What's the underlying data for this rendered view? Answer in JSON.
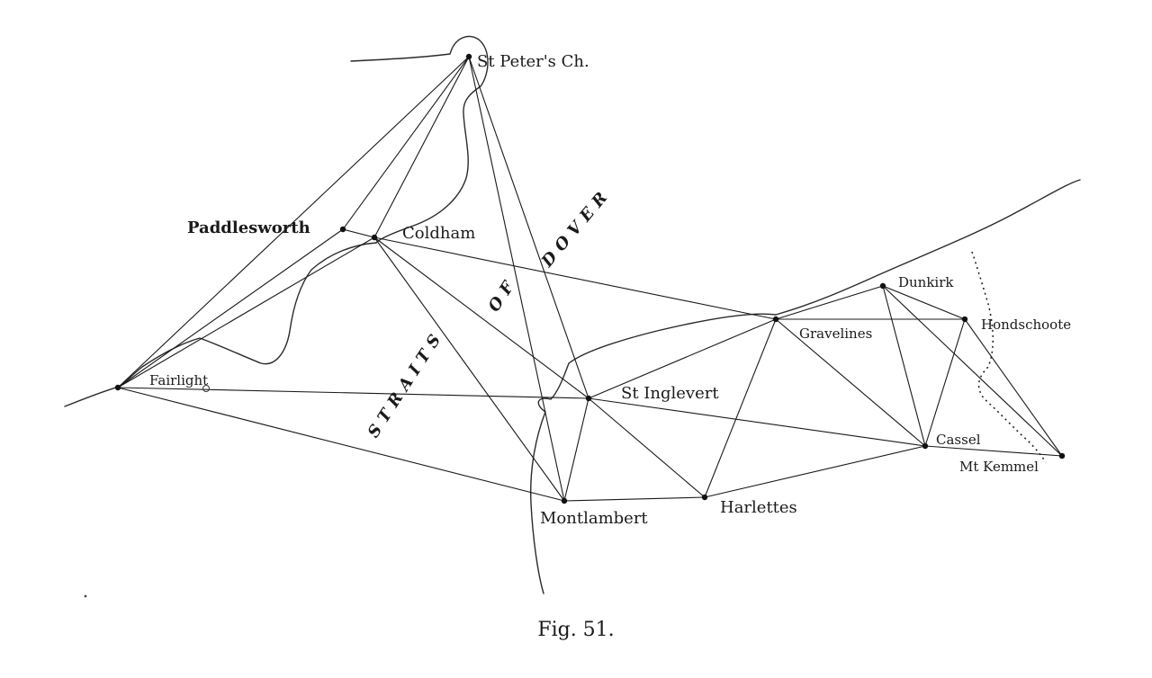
{
  "stations": {
    "st_peters": "St Peter's Ch.",
    "paddlesworth": "Paddlesworth",
    "coldham": "Coldham",
    "fairlight": "Fairlight",
    "st_inglevert": "St Inglevert",
    "montlambert": "Montlambert",
    "harlettes": "Harlettes",
    "gravelines": "Gravelines",
    "dunkirk": "Dunkirk",
    "hondschoote": "Hondschoote",
    "cassel": "Cassel",
    "mt_kemmel": "Mt Kemmel"
  },
  "sea_label": {
    "word1": "STRAITS",
    "word2": "OF",
    "word3": "DOVER"
  },
  "caption": "Fig. 51.",
  "colors": {
    "ink": "#1a1a1a",
    "paper": "#ffffff"
  }
}
